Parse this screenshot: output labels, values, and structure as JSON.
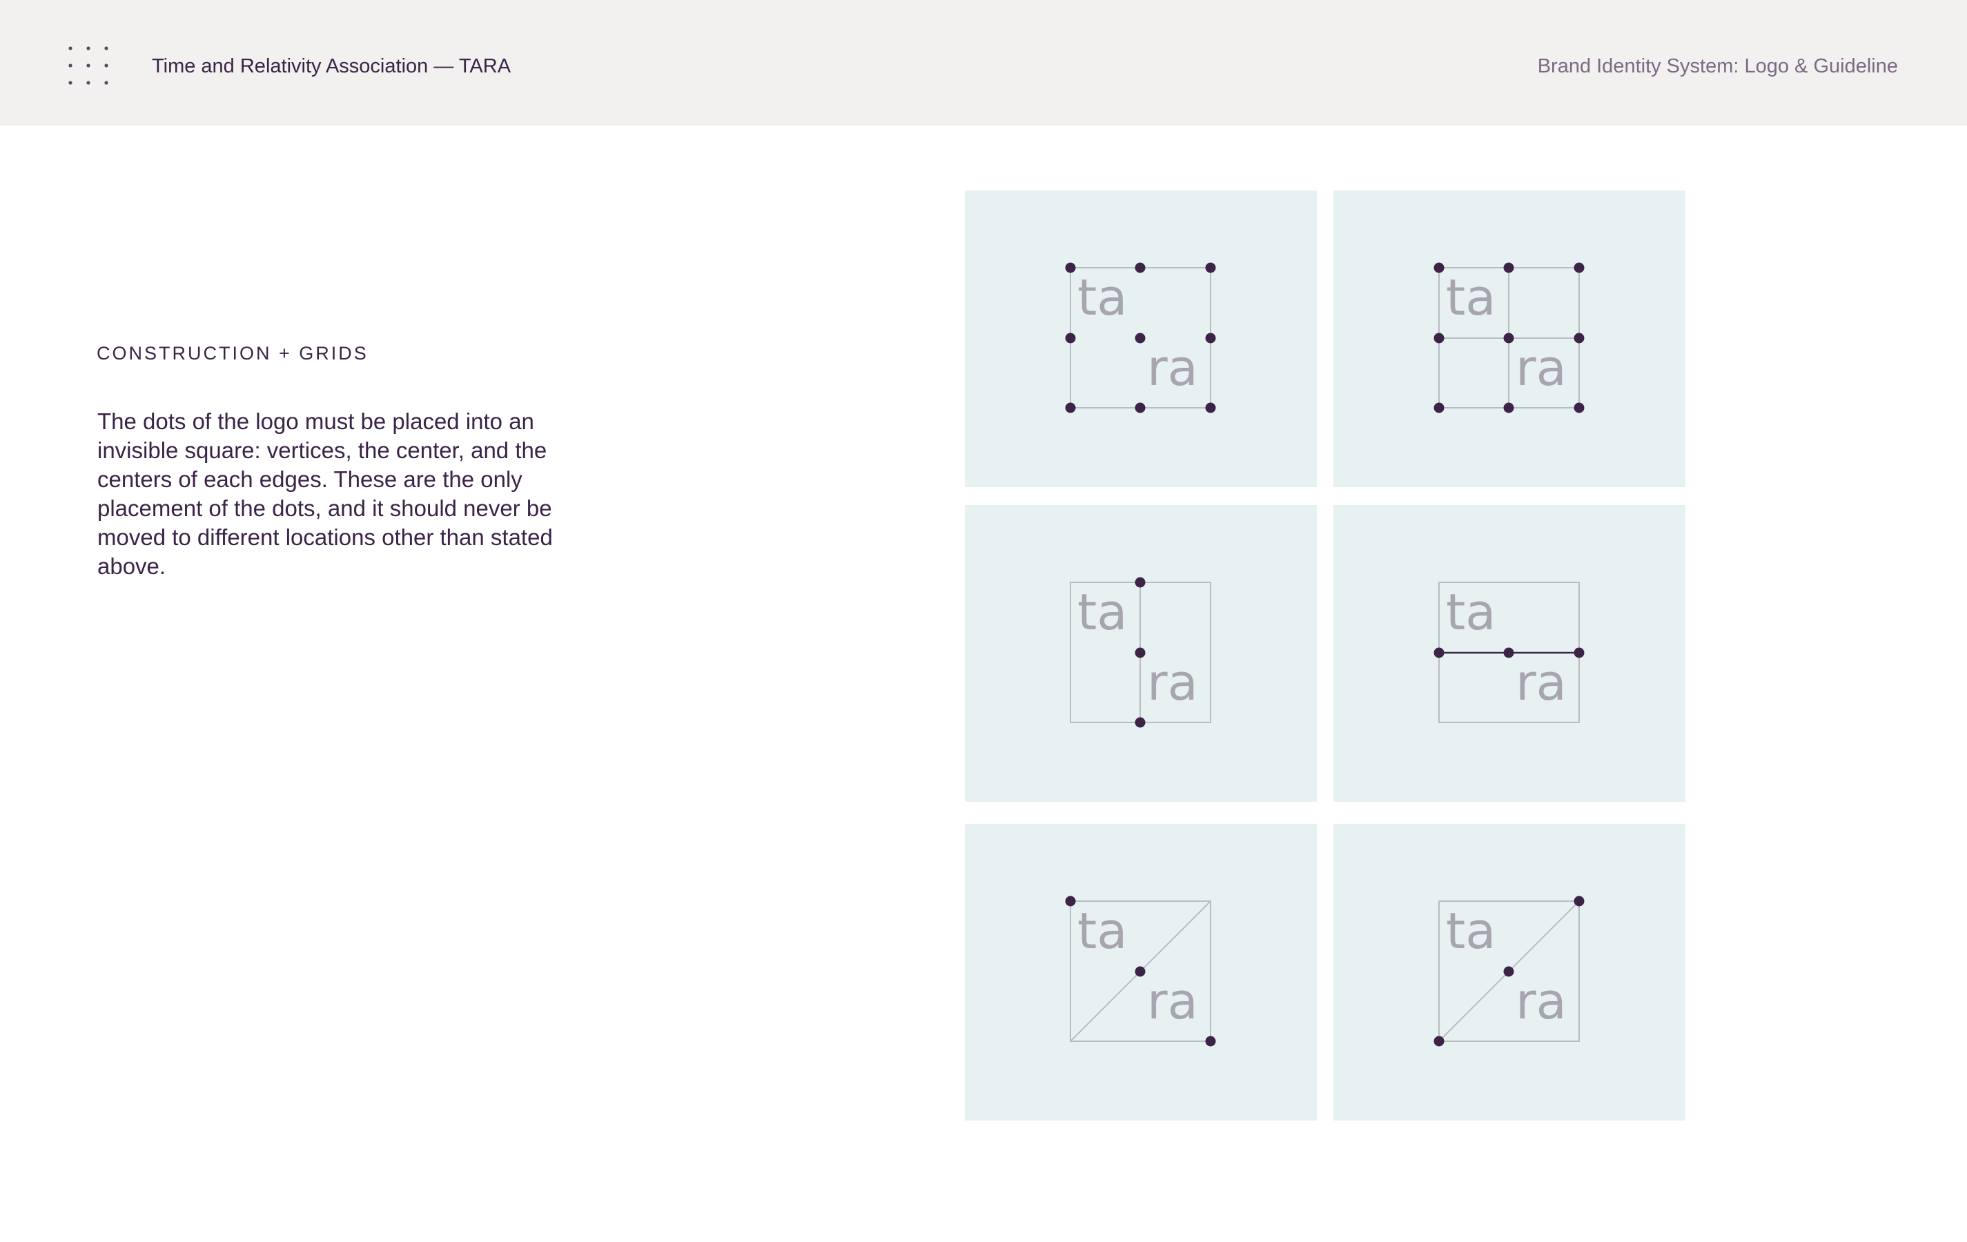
{
  "header": {
    "logo_icon": "dot-grid-logo-icon",
    "org_name": "Time and Relativity Association — TARA",
    "doc_title": "Brand Identity System: Logo & Guideline"
  },
  "section": {
    "heading": "CONSTRUCTION + GRIDS",
    "body": "The dots of the logo must be placed into an invisible square: vertices, the center, and the centers of each edges. These are the only placement of the dots, and it should never be moved to different locations other than stated above."
  },
  "logo": {
    "top_text": "ta",
    "bottom_text": "ra"
  },
  "colors": {
    "header_bg": "#f2f1ef",
    "panel_bg": "#e8f1f2",
    "dot": "#3b2447",
    "guide_line": "#b9bcc2",
    "wordmark": "#a7a5b0",
    "heading_text": "#3b2447",
    "doc_title_text": "#7d6a85"
  }
}
